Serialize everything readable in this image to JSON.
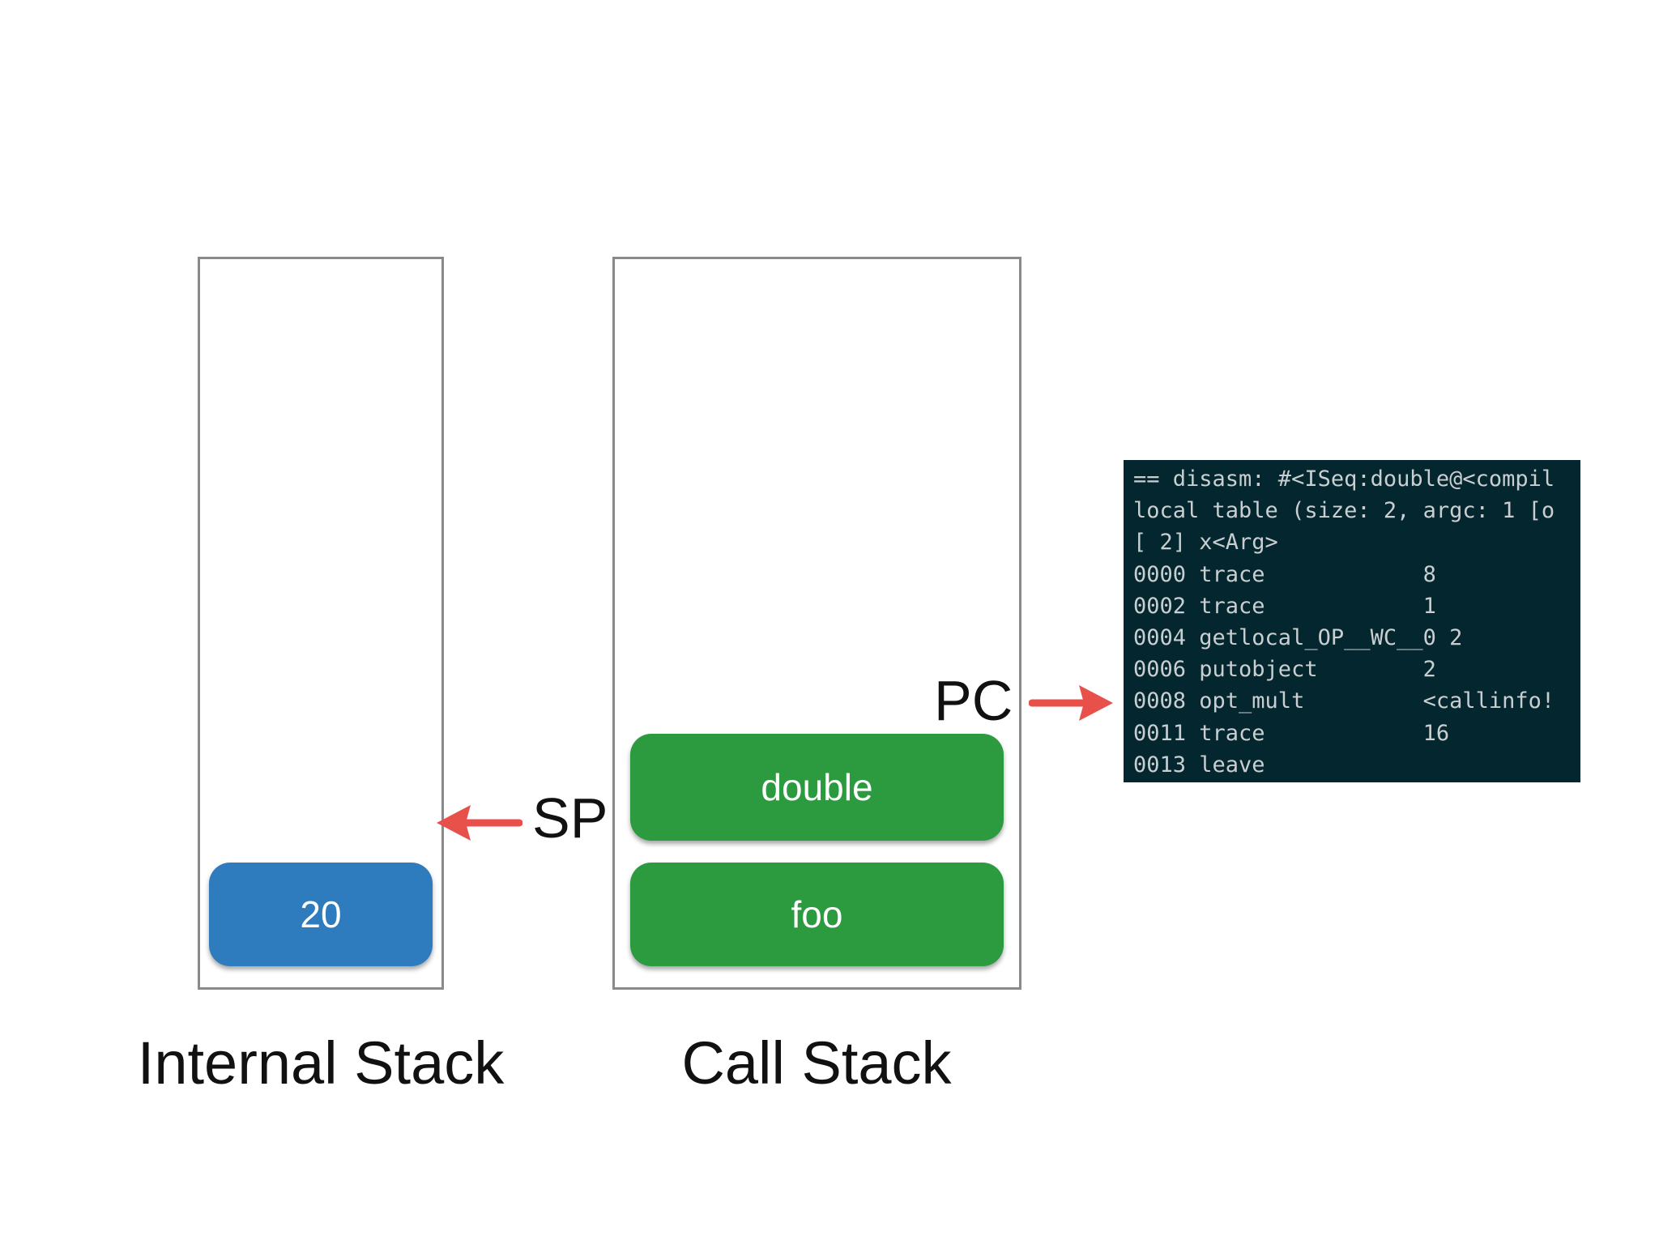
{
  "internal_stack": {
    "label": "Internal Stack",
    "items": [
      "20"
    ]
  },
  "call_stack": {
    "label": "Call Stack",
    "frames": [
      "double",
      "foo"
    ]
  },
  "pointers": {
    "sp": "SP",
    "pc": "PC"
  },
  "disasm": {
    "lines": [
      "== disasm: #<ISeq:double@<compil",
      "local table (size: 2, argc: 1 [o",
      "[ 2] x<Arg>",
      "0000 trace            8",
      "0002 trace            1",
      "0004 getlocal_OP__WC__0 2",
      "0006 putobject        2",
      "0008 opt_mult         <callinfo!",
      "0011 trace            16",
      "0013 leave"
    ]
  },
  "colors": {
    "value_block": "#2e7bbd",
    "frame_block": "#2c9a3e",
    "arrow": "#e8504a",
    "code_background": "#04262f",
    "box_border": "#8a8a8a"
  }
}
